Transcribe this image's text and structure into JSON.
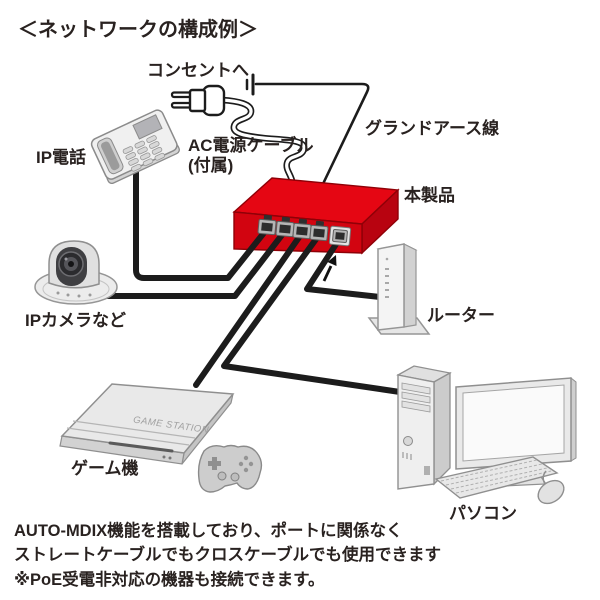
{
  "title": "＜ネットワークの構成例＞",
  "labels": {
    "outlet": "コンセントへ",
    "ac_cable": "AC電源ケーブル",
    "ac_cable_note": "(付属)",
    "ground_wire": "グランドアース線",
    "product": "本製品",
    "ip_phone": "IP電話",
    "ip_camera": "IPカメラなど",
    "router": "ルーター",
    "game_console": "ゲーム機",
    "pc": "パソコン"
  },
  "device_text": {
    "game_console_brand": "GAME STATION"
  },
  "notes": {
    "line1": "AUTO-MDIX機能を搭載しており、ポートに関係なく",
    "line2": "ストレートケーブルでもクロスケーブルでも使用できます",
    "line3": "※PoE受電非対応の機器も接続できます。"
  },
  "product": {
    "port_count": 5
  },
  "connections": [
    {
      "from": "コンセントへ",
      "to": "本製品",
      "via": "AC電源ケーブル(付属)"
    },
    {
      "from": "アース端子",
      "to": "本製品",
      "via": "グランドアース線"
    },
    {
      "from": "本製品ポート1",
      "to": "IP電話"
    },
    {
      "from": "本製品ポート2",
      "to": "IPカメラなど"
    },
    {
      "from": "本製品ポート3",
      "to": "ゲーム機"
    },
    {
      "from": "本製品ポート4",
      "to": "パソコン"
    },
    {
      "from": "本製品ポート5",
      "to": "ルーター"
    }
  ],
  "colors": {
    "product_red_top": "#e50613",
    "product_red_front": "#d20410",
    "product_red_side": "#b80310",
    "cable_black": "#1c1c1c",
    "text": "#292220",
    "device_gray": "#ececec"
  },
  "icons": {
    "power-plug-icon": "svg-shape",
    "ground-terminal-icon": "svg-shape",
    "ip-phone-icon": "svg-shape",
    "ip-camera-icon": "svg-shape",
    "network-switch-icon": "svg-shape",
    "router-icon": "svg-shape",
    "game-console-icon": "svg-shape",
    "game-controller-icon": "svg-shape",
    "desktop-pc-icon": "svg-shape",
    "port-arrow-icon": "svg-shape"
  }
}
